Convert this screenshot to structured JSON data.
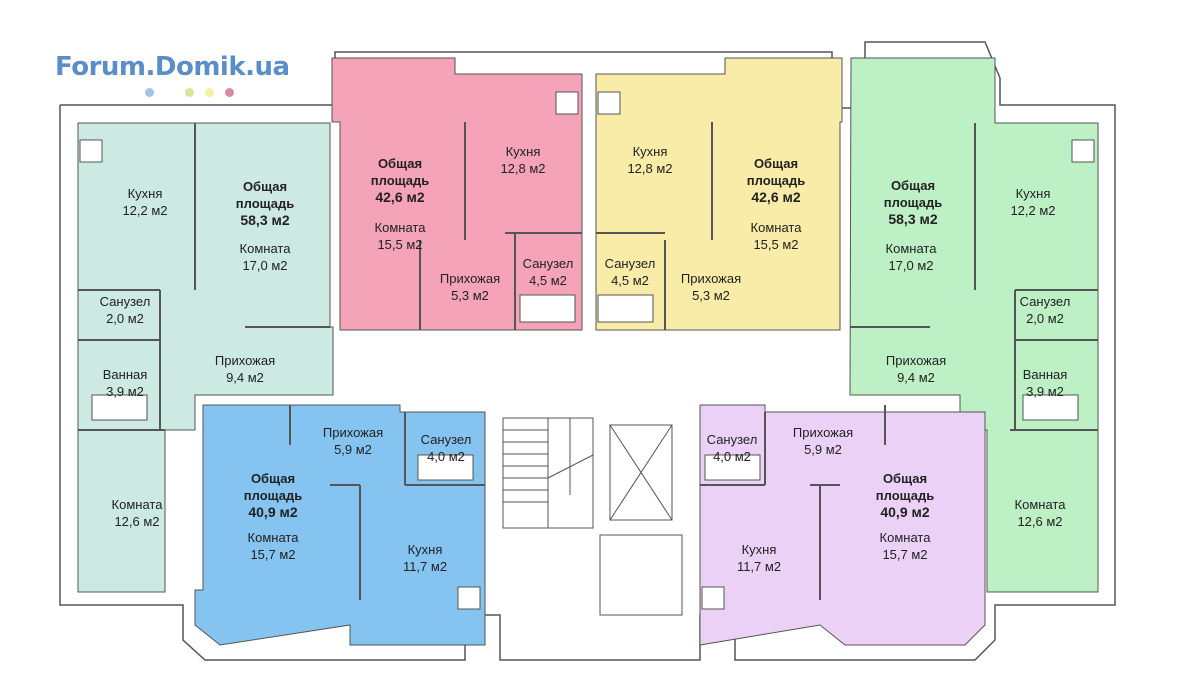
{
  "logo": {
    "text": "Forum.Domik.ua",
    "color": "#5b8dc9",
    "dots": [
      "#9ec3e6",
      "#d7e79a",
      "#f2f2a0",
      "#d98aa8"
    ]
  },
  "colors": {
    "teal": "#cce9e2",
    "pink": "#f5a3b8",
    "yellow": "#f8eca8",
    "green": "#bdf0c4",
    "blue": "#85c3f0",
    "lilac": "#ecd1f6",
    "wall": "#555555"
  },
  "apartments": [
    {
      "id": "left-58",
      "total": [
        "Общая",
        "площадь",
        "58,3 м2"
      ],
      "rooms": [
        [
          "Кухня",
          "12,2 м2"
        ],
        [
          "Комната",
          "17,0 м2"
        ],
        [
          "Санузел",
          "2,0 м2"
        ],
        [
          "Ванная",
          "3,9 м2"
        ],
        [
          "Прихожая",
          "9,4 м2"
        ],
        [
          "Комната",
          "12,6 м2"
        ]
      ]
    },
    {
      "id": "pink-42",
      "total": [
        "Общая",
        "площадь",
        "42,6 м2"
      ],
      "rooms": [
        [
          "Комната",
          "15,5 м2"
        ],
        [
          "Кухня",
          "12,8 м2"
        ],
        [
          "Прихожая",
          "5,3 м2"
        ],
        [
          "Санузел",
          "4,5 м2"
        ]
      ]
    },
    {
      "id": "yellow-42",
      "total": [
        "Общая",
        "площадь",
        "42,6 м2"
      ],
      "rooms": [
        [
          "Кухня",
          "12,8 м2"
        ],
        [
          "Комната",
          "15,5 м2"
        ],
        [
          "Санузел",
          "4,5 м2"
        ],
        [
          "Прихожая",
          "5,3 м2"
        ]
      ]
    },
    {
      "id": "right-58",
      "total": [
        "Общая",
        "площадь",
        "58,3 м2"
      ],
      "rooms": [
        [
          "Комната",
          "17,0 м2"
        ],
        [
          "Кухня",
          "12,2 м2"
        ],
        [
          "Санузел",
          "2,0 м2"
        ],
        [
          "Ванная",
          "3,9 м2"
        ],
        [
          "Прихожая",
          "9,4 м2"
        ],
        [
          "Комната",
          "12,6 м2"
        ]
      ]
    },
    {
      "id": "blue-40",
      "total": [
        "Общая",
        "площадь",
        "40,9 м2"
      ],
      "rooms": [
        [
          "Прихожая",
          "5,9 м2"
        ],
        [
          "Санузел",
          "4,0 м2"
        ],
        [
          "Комната",
          "15,7 м2"
        ],
        [
          "Кухня",
          "11,7 м2"
        ]
      ]
    },
    {
      "id": "lilac-40",
      "total": [
        "Общая",
        "площадь",
        "40,9 м2"
      ],
      "rooms": [
        [
          "Санузел",
          "4,0 м2"
        ],
        [
          "Прихожая",
          "5,9 м2"
        ],
        [
          "Комната",
          "15,7 м2"
        ],
        [
          "Кухня",
          "11,7 м2"
        ]
      ]
    }
  ]
}
